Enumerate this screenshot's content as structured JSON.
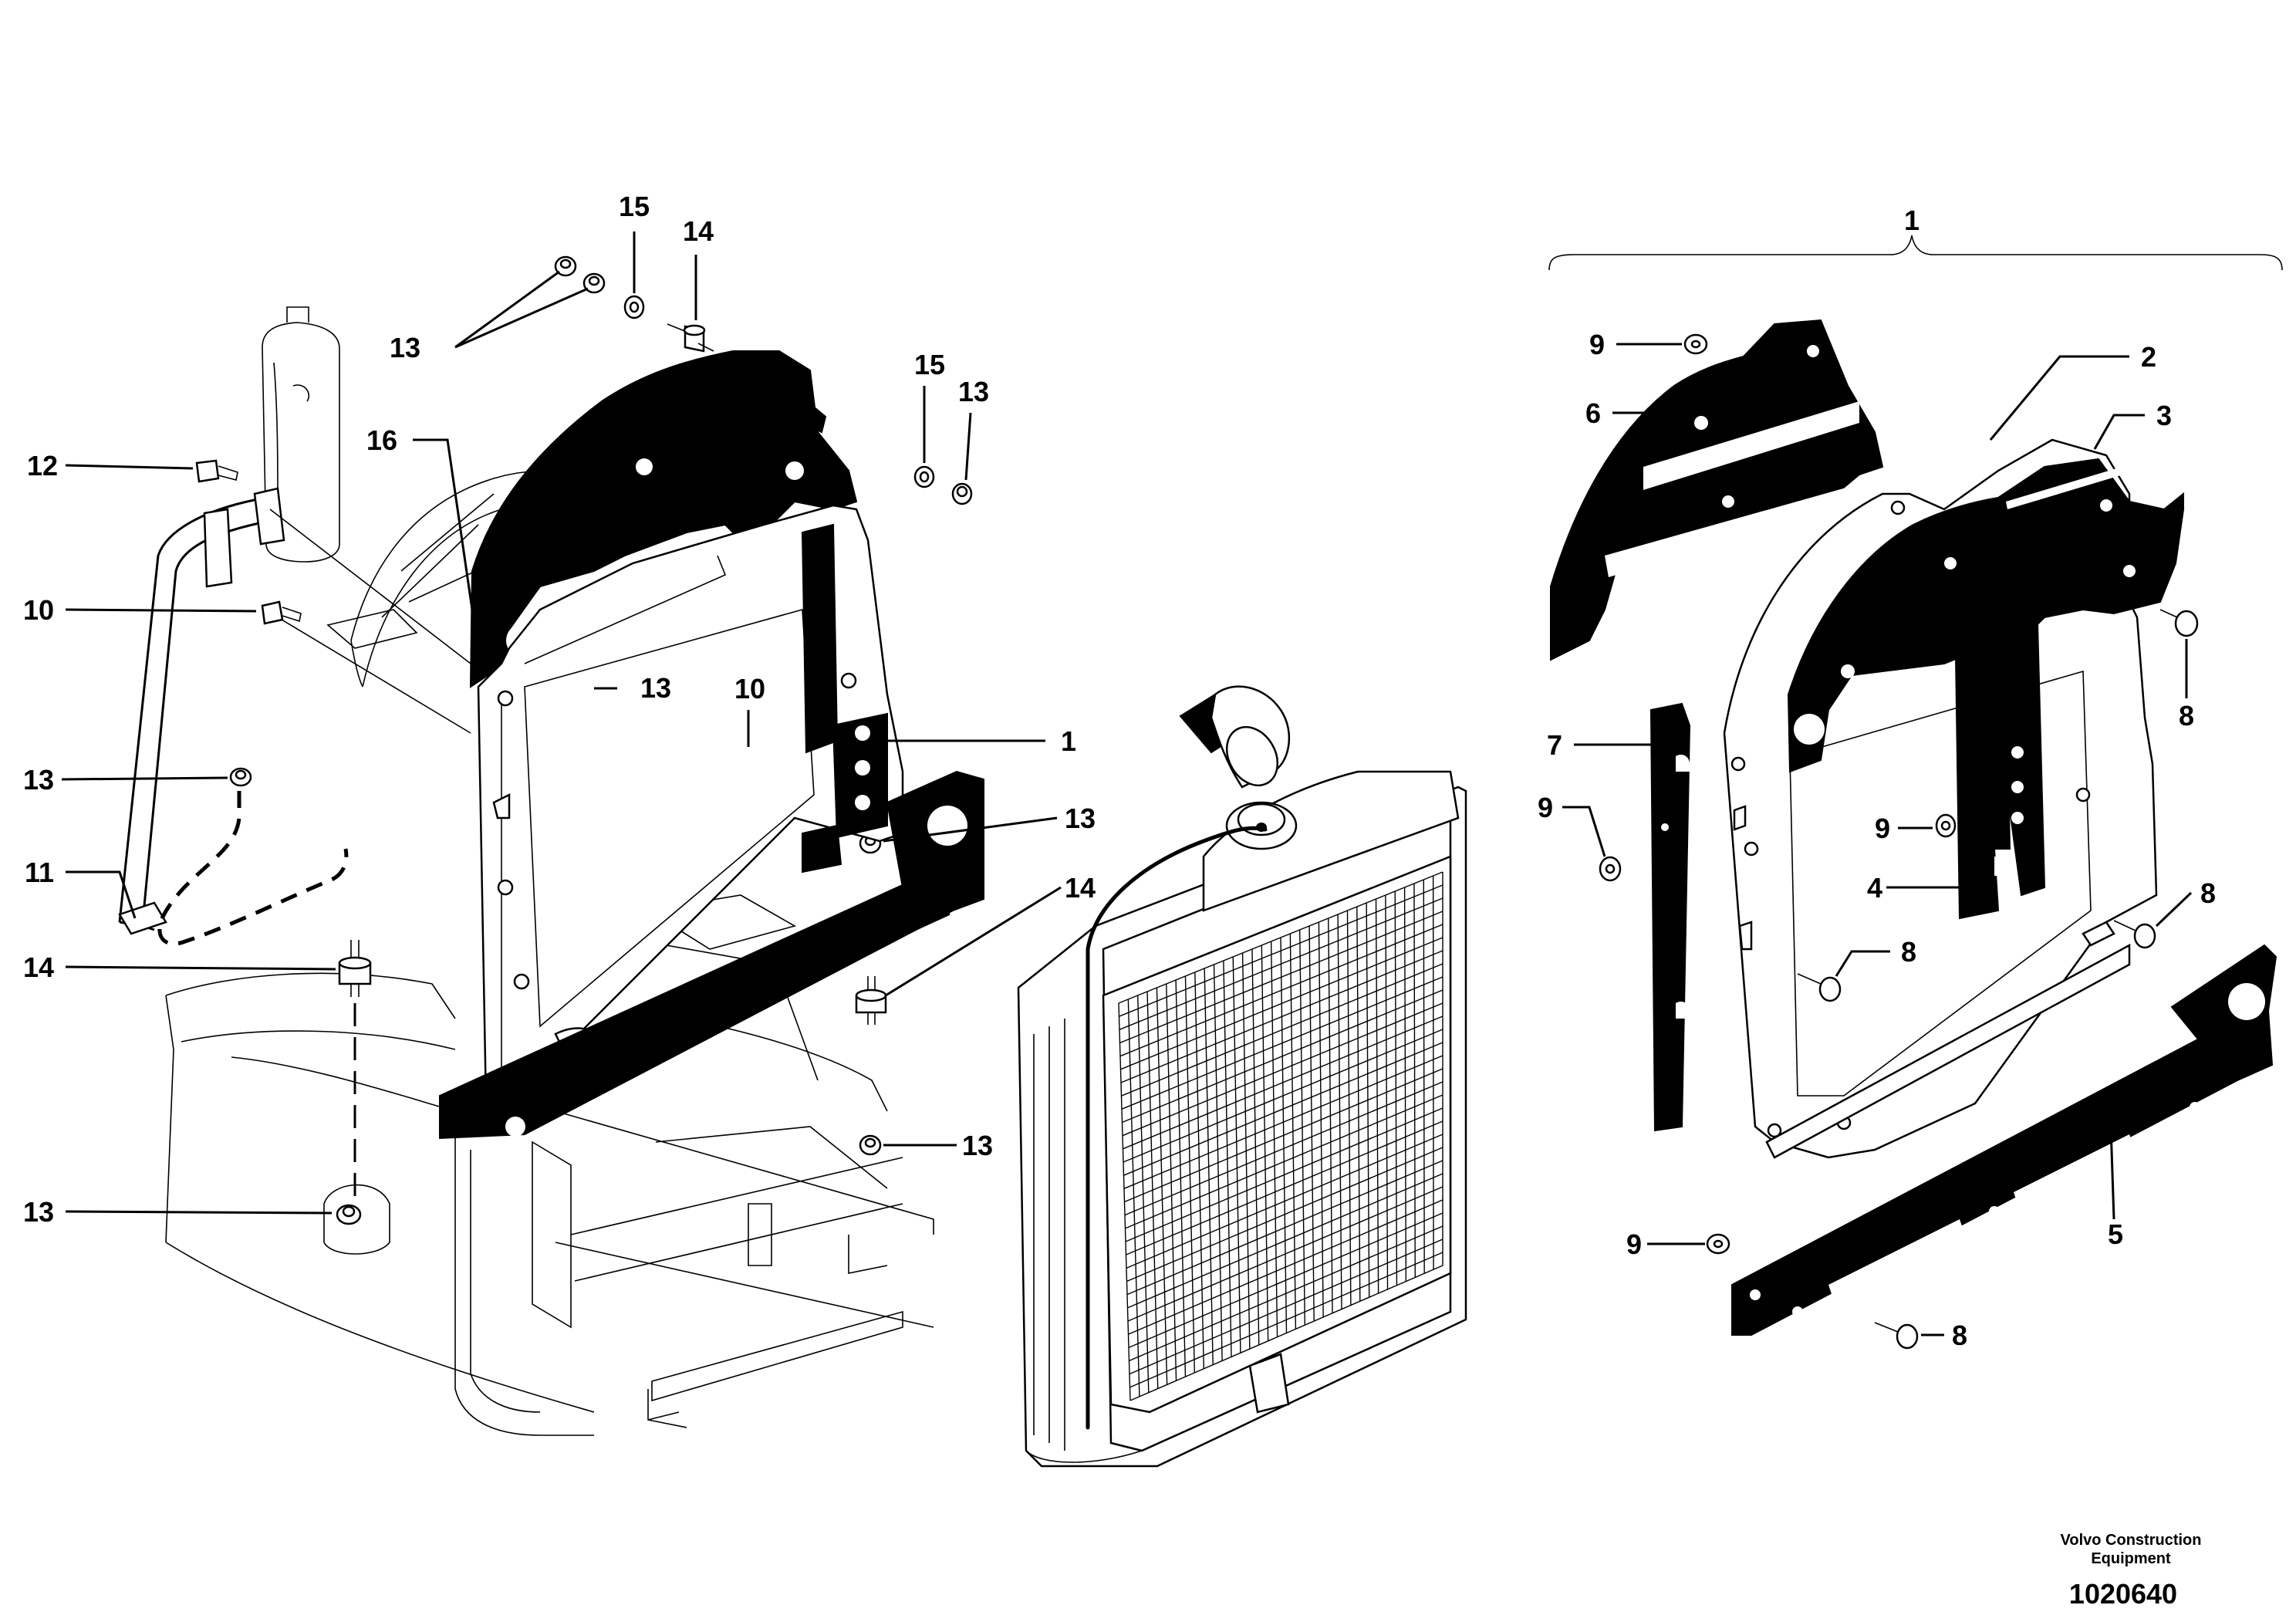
{
  "callouts": [
    {
      "id": "c15a",
      "label": "15"
    },
    {
      "id": "c14a",
      "label": "14"
    },
    {
      "id": "c13a",
      "label": "13"
    },
    {
      "id": "c15b",
      "label": "15"
    },
    {
      "id": "c13b",
      "label": "13"
    },
    {
      "id": "c12",
      "label": "12"
    },
    {
      "id": "c16",
      "label": "16"
    },
    {
      "id": "c10a",
      "label": "10"
    },
    {
      "id": "c13c",
      "label": "13"
    },
    {
      "id": "c10b",
      "label": "10"
    },
    {
      "id": "c1a",
      "label": "1"
    },
    {
      "id": "c13d",
      "label": "13"
    },
    {
      "id": "c11",
      "label": "11"
    },
    {
      "id": "c13e",
      "label": "13"
    },
    {
      "id": "c14b",
      "label": "14"
    },
    {
      "id": "c14c",
      "label": "14"
    },
    {
      "id": "c13f",
      "label": "13"
    },
    {
      "id": "c13g",
      "label": "13"
    },
    {
      "id": "c1b",
      "label": "1"
    },
    {
      "id": "c9a",
      "label": "9"
    },
    {
      "id": "c6",
      "label": "6"
    },
    {
      "id": "c2",
      "label": "2"
    },
    {
      "id": "c3",
      "label": "3"
    },
    {
      "id": "c8a",
      "label": "8"
    },
    {
      "id": "c7",
      "label": "7"
    },
    {
      "id": "c9b",
      "label": "9"
    },
    {
      "id": "c9c",
      "label": "9"
    },
    {
      "id": "c4",
      "label": "4"
    },
    {
      "id": "c8b",
      "label": "8"
    },
    {
      "id": "c8c",
      "label": "8"
    },
    {
      "id": "c5",
      "label": "5"
    },
    {
      "id": "c9d",
      "label": "9"
    },
    {
      "id": "c8d",
      "label": "8"
    }
  ],
  "footer": {
    "brand_line1": "Volvo Construction",
    "brand_line2": "Equipment",
    "drawing_number": "1020640"
  }
}
